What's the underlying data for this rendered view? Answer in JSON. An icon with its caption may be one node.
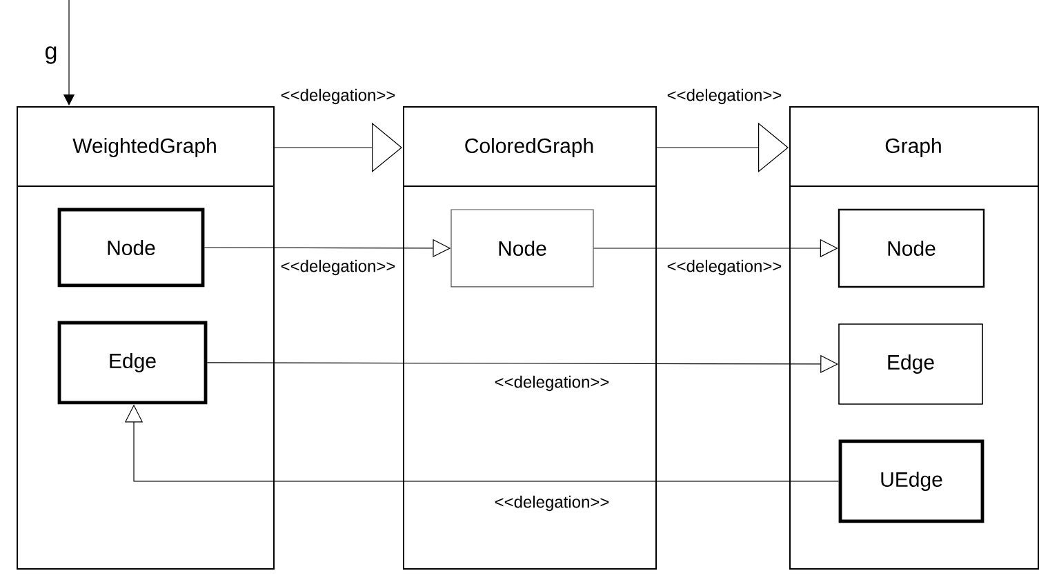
{
  "diagram": {
    "nodes": [
      {
        "text": [
          "WeightedGraph"
        ]
      },
      {
        "text": [
          "ColoredGraph"
        ]
      },
      {
        "text": [
          "Graph"
        ]
      },
      {
        "text": [
          "Node"
        ],
        "in": 0
      },
      {
        "text": [
          "Edge"
        ],
        "in": 0
      },
      {
        "text": [
          "Node"
        ],
        "in": 1
      },
      {
        "text": [
          "Node"
        ],
        "in": 2
      },
      {
        "text": [
          "Edge"
        ],
        "in": 2
      },
      {
        "text": [
          "UEdge"
        ],
        "in": 2
      }
    ],
    "edges": [
      {
        "from": null,
        "to": 0,
        "arrow": "to",
        "label": "g"
      },
      {
        "from": 0,
        "to": 1,
        "arrow": "to",
        "label": "<<delegation>>"
      },
      {
        "from": 1,
        "to": 2,
        "arrow": "to",
        "label": "<<delegation>>"
      },
      {
        "from": 3,
        "to": 5,
        "arrow": "to",
        "label": "<<delegation>>"
      },
      {
        "from": 5,
        "to": 6,
        "arrow": "to",
        "label": "<<delegation>>"
      },
      {
        "from": 4,
        "to": 7,
        "arrow": "to",
        "label": "<<delegation>>"
      },
      {
        "from": 8,
        "to": 4,
        "arrow": "to",
        "label": "<<delegation>>"
      }
    ]
  }
}
